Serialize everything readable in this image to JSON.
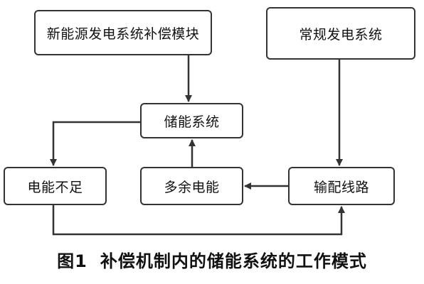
{
  "diagram": {
    "nodes": {
      "renewable": "新能源发电系统补偿模块",
      "conventional": "常规发电系统",
      "storage": "储能系统",
      "shortage": "电能不足",
      "surplus": "多余电能",
      "transmission": "输配线路"
    },
    "edges": [
      {
        "from": "renewable",
        "to": "storage"
      },
      {
        "from": "storage",
        "to": "shortage"
      },
      {
        "from": "surplus",
        "to": "storage"
      },
      {
        "from": "transmission",
        "to": "surplus"
      },
      {
        "from": "conventional",
        "to": "transmission"
      },
      {
        "from": "shortage",
        "to": "transmission"
      }
    ]
  },
  "caption": {
    "number": "图1",
    "text": "补偿机制内的储能系统的工作模式"
  }
}
